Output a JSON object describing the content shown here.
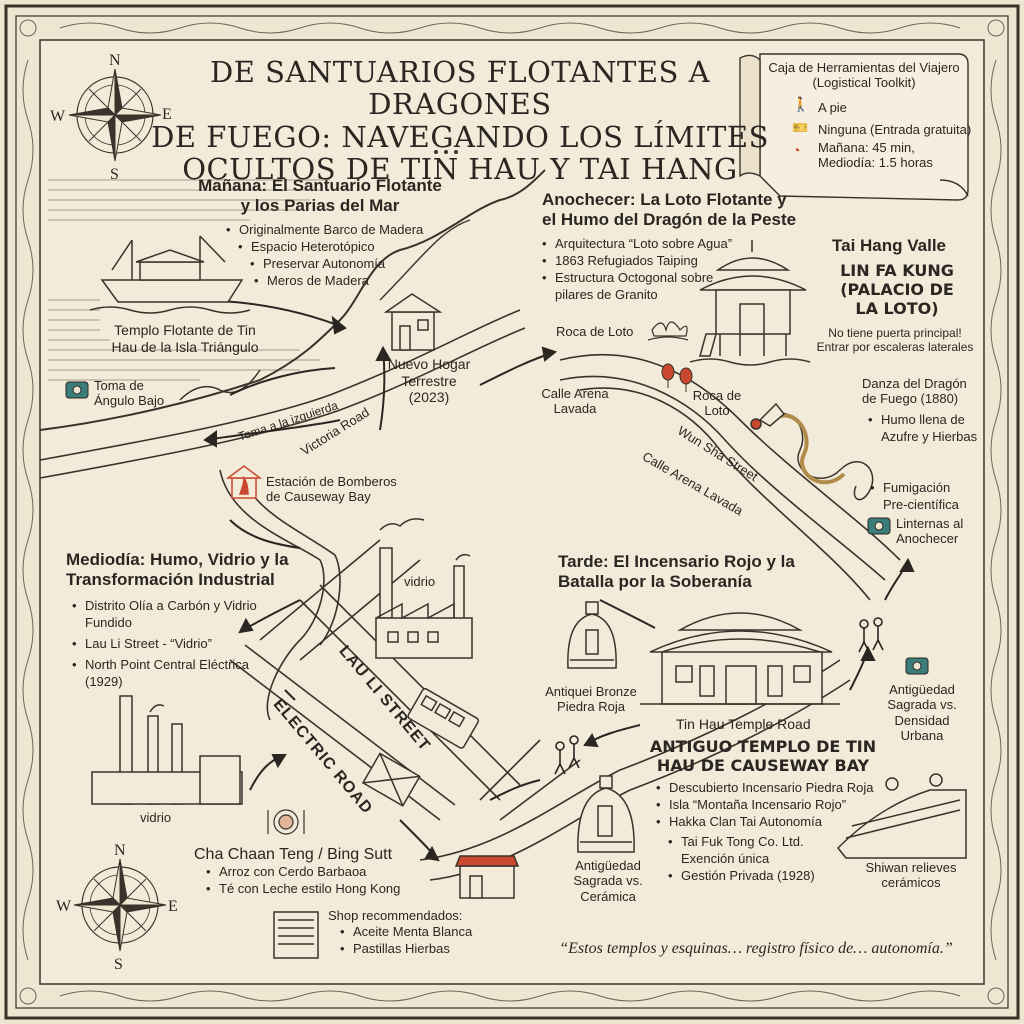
{
  "title": {
    "line1": "DE SANTUARIOS FLOTANTES A DRAGONES",
    "line2": "DE FUEGO: NAVEGANDO LOS LÍMITES",
    "line3": "OCULTOS DE TIN HAU Y TAI HANG"
  },
  "compass": {
    "n": "N",
    "s": "S",
    "e": "E",
    "w": "W"
  },
  "toolkit": {
    "title1": "Caja de Herramientas del Viajero",
    "title2": "(Logistical Toolkit)",
    "walk": "A pie",
    "ticket": "Ninguna (Entrada gratuita)",
    "time1": "Mañana: 45 min,",
    "time2": "Mediodía: 1.5 horas"
  },
  "morning": {
    "heading1": "Mañana: El Santuario Flotante",
    "heading2": "y los Parias del Mar",
    "bullets": [
      "Originalmente Barco de Madera",
      "Espacio Heterotópico",
      "Preservar Autonomía",
      "Meros de Madera"
    ],
    "boat_label1": "Templo Flotante de Tin",
    "boat_label2": "Hau de la Isla Triángulo",
    "photo_label1": "Toma de",
    "photo_label2": "Ángulo Bajo",
    "new_home1": "Nuevo Hogar",
    "new_home2": "Terrestre",
    "new_home3": "(2023)",
    "path_label": "Toma a la izquierda",
    "victoria_road": "Victoria Road",
    "fire_station1": "Estación de Bomberos",
    "fire_station2": "de Causeway Bay"
  },
  "dusk": {
    "heading1": "Anochecer: La Loto Flotante y",
    "heading2": "el Humo del Dragón de la Peste",
    "bullets": [
      "Arquitectura “Loto sobre Agua”",
      "1863 Refugiados Taiping",
      "Estructura Octogonal sobre pilares de Granito"
    ],
    "valley": "Tai Hang Valle",
    "lin_fa1": "LIN FA KUNG",
    "lin_fa2": "(PALACIO DE",
    "lin_fa3": "LA LOTO)",
    "no_door1": "No tiene puerta principal!",
    "no_door2": "Entrar por escaleras laterales",
    "lotus_rock_top": "Roca de Loto",
    "lotus_rock1": "Roca de",
    "lotus_rock2": "Loto",
    "calle_arena1": "Calle Arena",
    "calle_arena2": "Lavada",
    "wun_sha": "Wun Sha Street",
    "calle_arena_street": "Calle Arena Lavada",
    "dragon1": "Danza del Dragón",
    "dragon2": "de Fuego (1880)",
    "dragon_bullet1a": "Humo llena de",
    "dragon_bullet1b": "Azufre y Hierbas",
    "dragon_bullet2a": "Fumigación",
    "dragon_bullet2b": "Pre-científica",
    "lanterns1": "Linternas al",
    "lanterns2": "Anochecer"
  },
  "midday": {
    "heading1": "Mediodía: Humo, Vidrio y la",
    "heading2": "Transformación Industrial",
    "bullets": [
      "Distrito Olía a Carbón y Vidrio Fundido",
      "Lau Li Street - “Vidrio”",
      "North Point Central Eléctrica (1929)"
    ],
    "vidrio_top": "vidrio",
    "vidrio_bottom": "vidrio",
    "lau_li": "LAU LI STREET",
    "electric": "ELECTRIC ROAD",
    "cha1": "Cha Chaan Teng / Bing Sutt",
    "cha_bullets": [
      "Arroz con Cerdo Barbaoa",
      "Té con Leche estilo Hong Kong"
    ],
    "shop_heading": "Shop recommendados:",
    "shop_bullets": [
      "Aceite Menta Blanca",
      "Pastillas Hierbas"
    ]
  },
  "afternoon": {
    "heading1": "Tarde: El Incensario Rojo y la",
    "heading2": "Batalla por la Soberanía",
    "bell1a": "Antiquei Bronze",
    "bell1b": "Piedra Roja",
    "road": "Tin Hau Temple Road",
    "temple1": "ANTIGUO TEMPLO DE TIN",
    "temple2": "HAU DE CAUSEWAY BAY",
    "bullets": [
      "Descubierto Incensario Piedra Roja",
      "Isla “Montaña Incensario Rojo”",
      "Hakka Clan Tai Autonomía"
    ],
    "sub_bullets": [
      "Tai Fuk Tong Co. Ltd. Exención única",
      "Gestión Privada (1928)"
    ],
    "bell2a": "Antigüedad",
    "bell2b": "Sagrada vs.",
    "bell2c": "Cerámica",
    "right1": "Antigüedad",
    "right2": "Sagrada vs.",
    "right3": "Densidad",
    "right4": "Urbana",
    "shiwan1": "Shiwan relieves",
    "shiwan2": "cerámicos"
  },
  "quote": "“Estos templos y esquinas… registro físico de… autonomía.”",
  "colors": {
    "paper": "#efe6d2",
    "ink": "#2b2622",
    "red": "#c9482e",
    "teal": "#3a7d7a"
  }
}
